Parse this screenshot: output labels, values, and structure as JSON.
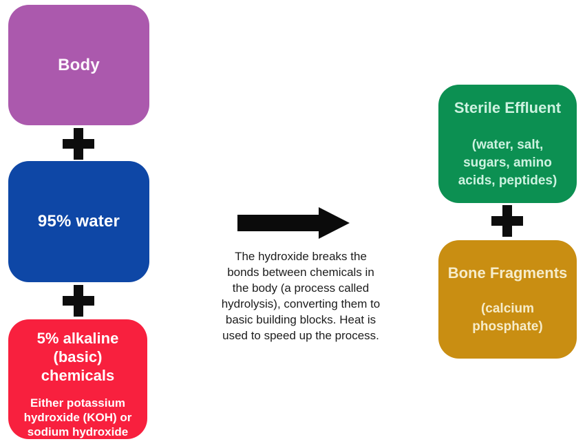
{
  "colors": {
    "background": "#ffffff",
    "plus": "#0d0d0d",
    "arrow": "#0b0b0b"
  },
  "symbols": {
    "plus": "+",
    "arrow": "right-arrow"
  },
  "inputs": {
    "body": {
      "label": "Body",
      "bg": "#ab59ad",
      "fg": "#fdf6fd"
    },
    "water": {
      "label": "95% water",
      "bg": "#0e47a6",
      "fg": "#ffffff"
    },
    "chemicals": {
      "title": "5% alkaline (basic) chemicals",
      "detail": "Either potassium hydroxide (KOH) or sodium hydroxide (NaOH) or a combo",
      "bg": "#f8203e",
      "fg": "#ffffff"
    }
  },
  "process": {
    "description": "The hydroxide breaks the bonds between chemicals in the body (a process called hydrolysis), converting them to basic building blocks. Heat is used to speed up the process.",
    "text_color": "#1c1c1c"
  },
  "outputs": {
    "effluent": {
      "title": "Sterile Effluent",
      "detail": "(water, salt, sugars, amino acids, peptides)",
      "bg": "#0c9052",
      "fg": "#cdf2e0"
    },
    "bone": {
      "title": "Bone Fragments",
      "detail": "(calcium phosphate)",
      "bg": "#c98e12",
      "fg": "#f6ecca"
    }
  }
}
